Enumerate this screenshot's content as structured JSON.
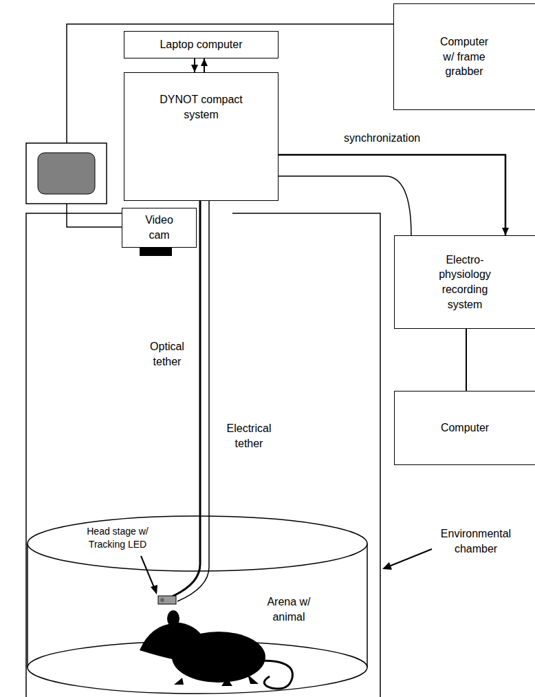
{
  "diagram": {
    "nodes": [
      {
        "text": [
          "Laptop computer"
        ]
      },
      {
        "text": [
          "Computer w/ frame grabber"
        ]
      },
      {
        "text": [
          "DYNOT compact system"
        ]
      },
      {
        "text": [
          "Video cam"
        ]
      },
      {
        "text": [
          "Electro-physiology recording system"
        ]
      },
      {
        "text": [
          "Computer"
        ]
      },
      {
        "text": [
          "Arena w/ animal"
        ]
      }
    ],
    "edges": [
      {
        "from": 0,
        "to": 2,
        "arrow": "to"
      },
      {
        "from": 2,
        "to": 0,
        "arrow": "to"
      },
      {
        "from": 2,
        "to": 4,
        "label": "synchronization",
        "arrow": "to"
      },
      {
        "from": 4,
        "to": 5,
        "arrow": "none"
      },
      {
        "from": 3,
        "to": 1,
        "arrow": "none"
      },
      {
        "from": 2,
        "to": 6,
        "arrow": "none"
      },
      {
        "from": 4,
        "to": 6,
        "arrow": "none"
      }
    ],
    "labels": [
      "Optical tether",
      "Electrical tether",
      "Head stage w/ Tracking LED",
      "Environmental chamber"
    ]
  }
}
